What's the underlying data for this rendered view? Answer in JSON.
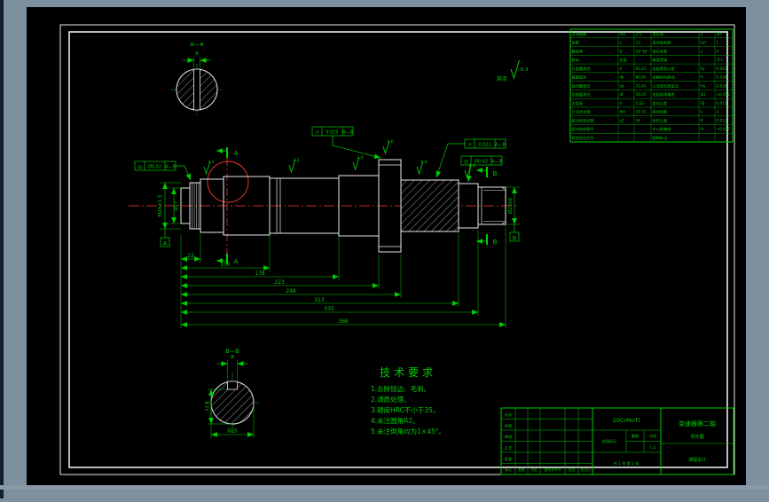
{
  "scene": {
    "bg": "#7E8FA0",
    "paper": "#000000",
    "line_white": "#e8e8e8",
    "line_green": "#00cc00",
    "line_red": "#ff3b30"
  },
  "roughness_note": {
    "prefix": "其余",
    "value": "6.3"
  },
  "roughness_marks": [
    "3.2",
    "3.2",
    "1.6",
    "1.6",
    "0.8",
    "1.6"
  ],
  "sections": {
    "a": "A",
    "b": "B",
    "aa_label": "A—A",
    "bb_label": "B—B"
  },
  "dimensions": {
    "d1": "22",
    "d2": "100",
    "d3": "178",
    "d4": "223",
    "d5": "248",
    "d6": "313",
    "d7": "335",
    "d8": "366",
    "v_left_outer": "M24×1.5",
    "v_left_inner": "Ø17",
    "v_right": "Ø25k6",
    "slot_width": "6",
    "key_width": "8",
    "key_depth": "21.5",
    "key_section_dia": "Ø25"
  },
  "gdt": {
    "f1": {
      "sym": "↗",
      "tol": "0.025",
      "datum": "A—B"
    },
    "f2": {
      "sym": "↗",
      "tol": "0.022",
      "datum": "A—B"
    },
    "f3": {
      "sym": "◎",
      "tol": "Ø0.02",
      "datum": "A—B"
    },
    "f4": {
      "sym": "◎",
      "tol": "Ø0.02",
      "datum": "A—B"
    },
    "datum_a": "A",
    "datum_b": "B"
  },
  "tech": {
    "title": "技术要求",
    "items": [
      "1.去除锐边、毛刺。",
      "2.调质处理。",
      "3.硬度HRC不小于35。",
      "4.未注圆角R2。",
      "5.未注倒角均为1×45°。"
    ]
  },
  "param_table": {
    "rows": [
      [
        "法向模数",
        "mn",
        "2.5",
        "齿形角",
        "α",
        "20°"
      ],
      [
        "齿数",
        "z",
        "23",
        "齿顶高系数",
        "ha*",
        "1"
      ],
      [
        "螺旋角",
        "β",
        "28°36′",
        "变位系数",
        "x",
        "0"
      ],
      [
        "旋向",
        "右旋",
        "",
        "精度等级",
        "",
        "7FL"
      ],
      [
        "分度圆直径",
        "d",
        "65.45",
        "齿距累积公差",
        "Fp",
        "0.045"
      ],
      [
        "基圆直径",
        "db",
        "60.95",
        "齿圈径向跳动",
        "Fr",
        "0.036"
      ],
      [
        "齿顶圆直径",
        "da",
        "70.45",
        "公法线长度变动",
        "Fw",
        "0.028"
      ],
      [
        "齿根圆直径",
        "df",
        "59.20",
        "齿距极限偏差",
        "fpt",
        "±0.012"
      ],
      [
        "全齿高",
        "h",
        "5.63",
        "齿向公差",
        "Fβ",
        "0.011"
      ],
      [
        "公法线长度",
        "Wk",
        "19.33",
        "跨测齿数",
        "k",
        "3"
      ],
      [
        "配对齿轮齿数",
        "z2",
        "34",
        "齿形公差",
        "ff",
        "0.011"
      ],
      [
        "配对齿轮图号",
        "",
        "",
        "中心距偏差",
        "fa",
        "±0.027"
      ],
      [
        "检验项目代号",
        "",
        "",
        "图样标记",
        "",
        ""
      ]
    ]
  },
  "title_block": {
    "material": "20CrMnTi",
    "title": "变速器第二轴",
    "subtitle": "零件图",
    "project": "课程设计",
    "stage_label": "阶段标记",
    "weight_label": "重量",
    "scale_label": "比例",
    "scale": "1:2",
    "sheets": "共 1 张  第 1 张",
    "rows_left": [
      "设计",
      "校核",
      "审核",
      "工艺",
      "批准"
    ],
    "rev_header": [
      "标记",
      "处数",
      "分区",
      "更改文件号",
      "签名",
      "年月日"
    ]
  }
}
